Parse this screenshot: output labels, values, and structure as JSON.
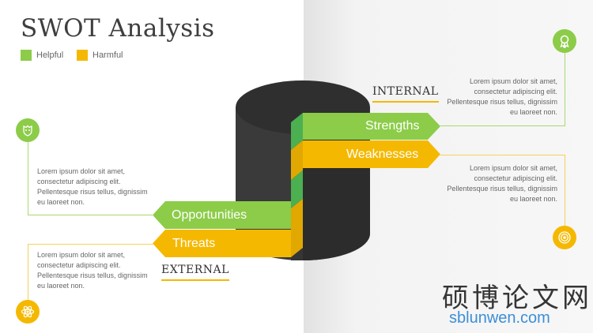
{
  "title": "SWOT Analysis",
  "legend": [
    {
      "label": "Helpful",
      "color": "#8ccc49"
    },
    {
      "label": "Harmful",
      "color": "#f5b800"
    }
  ],
  "quadrants": {
    "strengths": {
      "label": "Strengths",
      "color": "#8ccc49",
      "icon": "award-ribbon-icon"
    },
    "weaknesses": {
      "label": "Weaknesses",
      "color": "#f5b800",
      "icon": "target-icon"
    },
    "opportunities": {
      "label": "Opportunities",
      "color": "#8ccc49",
      "icon": "shield-badge-icon"
    },
    "threats": {
      "label": "Threats",
      "color": "#f5b800",
      "icon": "atom-icon"
    }
  },
  "headings": {
    "internal": "INTERNAL",
    "external": "EXTERNAL"
  },
  "texts": {
    "strengths": "Lorem ipsum dolor sit amet, consectetur adipiscing elit. Pellentesque risus tellus, dignissim eu laoreet non.",
    "weaknesses": "Lorem ipsum dolor sit amet, consectetur adipiscing elit. Pellentesque risus tellus, dignissim eu laoreet non.",
    "opportunities": "Lorem ipsum dolor sit amet, consectetur adipiscing elit. Pellentesque risus tellus, dignissim eu laoreet non.",
    "threats": "Lorem ipsum dolor sit amet, consectetur adipiscing elit. Pellentesque risus tellus, dignissim eu laoreet non."
  },
  "watermark": {
    "chinese": "硕博论文网",
    "url": "sblunwen.com"
  }
}
